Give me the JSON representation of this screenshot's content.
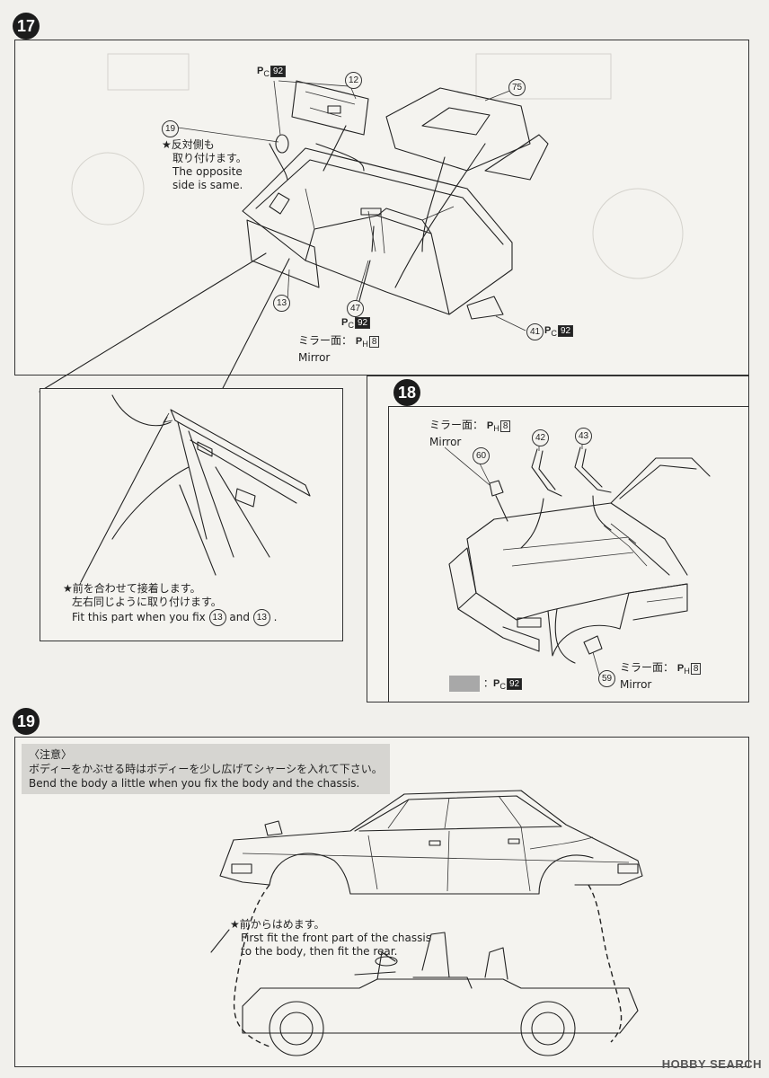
{
  "steps": {
    "s17": "17",
    "s18": "18",
    "s19": "19"
  },
  "parts": {
    "p12": "12",
    "p19": "19",
    "p75": "75",
    "p13": "13",
    "p47": "47",
    "p41": "41",
    "p60": "60",
    "p42": "42",
    "p43": "43",
    "p59": "59"
  },
  "paint": {
    "pc_letter": "P",
    "pc_sub": "C",
    "pc_num": "92",
    "ph_letter": "P",
    "ph_sub": "H",
    "ph_num": "8"
  },
  "step17": {
    "opposite_jp": "★反対側も",
    "opposite_jp2": "取り付けます。",
    "opposite_en1": "The opposite",
    "opposite_en2": "side is same.",
    "mirror_jp": "ミラー面：",
    "mirror_en": "Mirror",
    "detail_jp1": "★前を合わせて接着します。",
    "detail_jp2": "左右同じように取り付けます。",
    "detail_en_a": "Fit this part when you fix",
    "detail_en_b": "and",
    "detail_en_c": ".",
    "detail_num": "13"
  },
  "step18": {
    "mirror_jp": "ミラー面：",
    "mirror_en": "Mirror",
    "legend_colon": "："
  },
  "step19": {
    "caution_title": "〈注意〉",
    "caution_jp": "ボディーをかぶせる時はボディーを少し広げてシャーシを入れて下さい。",
    "caution_en": "Bend the body a little when you fix the body and the chassis.",
    "front_jp": "★前からはめます。",
    "front_en1": "First fit the front part of the chassis",
    "front_en2": "to the body, then fit the rear."
  },
  "watermark": "HOBBY SEARCH",
  "colors": {
    "badge": "#1c1c1c",
    "legend_swatch": "#a8a8a8",
    "note_bg": "#d6d5d1"
  }
}
